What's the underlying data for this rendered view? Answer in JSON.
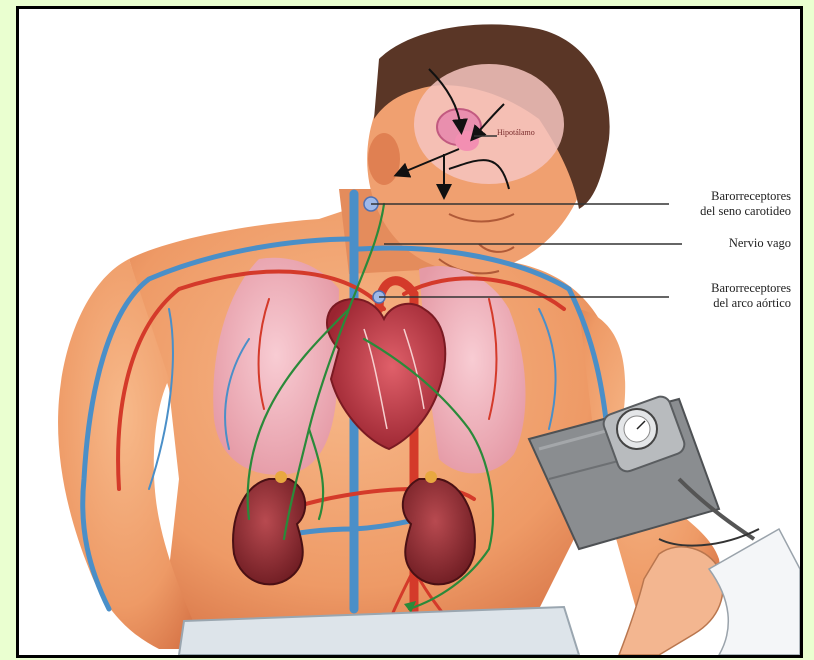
{
  "labels": {
    "hypothalamus": "Hipotálamo",
    "carotid_line1": "Barorreceptores",
    "carotid_line2": "del seno carotideo",
    "vagus": "Nervio vago",
    "aortic_line1": "Barorreceptores",
    "aortic_line2": "del arco aórtico"
  },
  "colors": {
    "background": "#eaffd0",
    "frame": "#000000",
    "skin": "#f0a070",
    "vein": "#4a8fc8",
    "artery": "#d43a2a",
    "nerve": "#2a8a3a",
    "lung": "#f2b6bf",
    "heart": "#b8303a",
    "kidney": "#8e2a30"
  },
  "icons": [
    "sphygmomanometer-icon",
    "pressure-gauge-icon"
  ]
}
